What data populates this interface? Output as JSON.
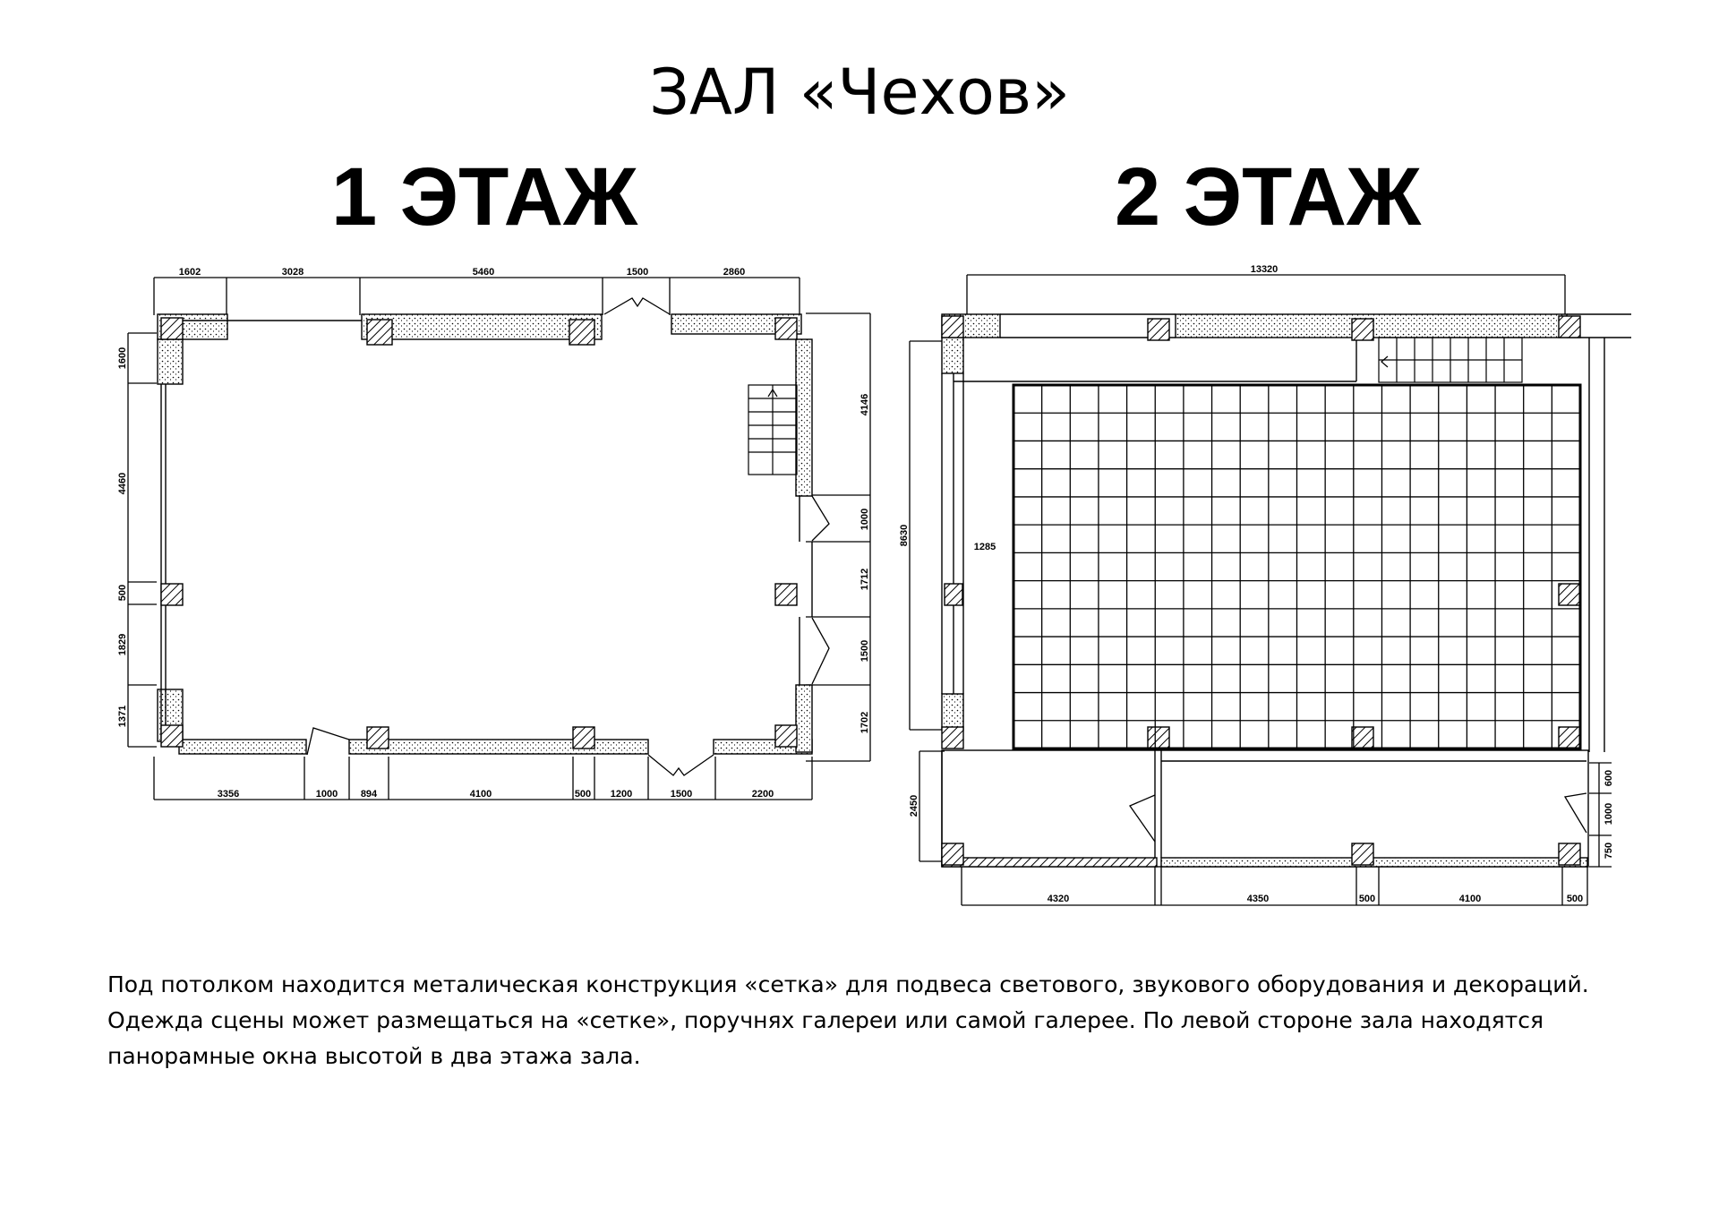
{
  "hall_title": "ЗАЛ «Чехов»",
  "floor1": {
    "title": "1 ЭТАЖ",
    "dims_top": [
      "1602",
      "3028",
      "5460",
      "1500",
      "2860"
    ],
    "dims_bottom": [
      "3356",
      "1000",
      "894",
      "4100",
      "500",
      "1200",
      "1500",
      "2200"
    ],
    "dims_left": [
      "1600",
      "4460",
      "500",
      "1829",
      "1371"
    ],
    "dims_right": [
      "4146",
      "1000",
      "1712",
      "1500",
      "1702"
    ]
  },
  "floor2": {
    "title": "2 ЭТАЖ",
    "dim_top": "13320",
    "dim_left": "8630",
    "dim_inner": "1285",
    "dim_left_lower": "2450",
    "dims_bottom": [
      "4320",
      "4350",
      "500",
      "4100",
      "500"
    ],
    "dims_right_lower": [
      "600",
      "1000",
      "750"
    ]
  },
  "description": [
    "Под потолком находится металическая конструкция «сетка» для подвеса светового, звукового оборудования и декораций.",
    "Одежда сцены может размещаться на «сетке», поручнях галереи или самой галерее. По левой стороне зала находятся",
    "панорамные окна высотой в два этажа зала."
  ]
}
